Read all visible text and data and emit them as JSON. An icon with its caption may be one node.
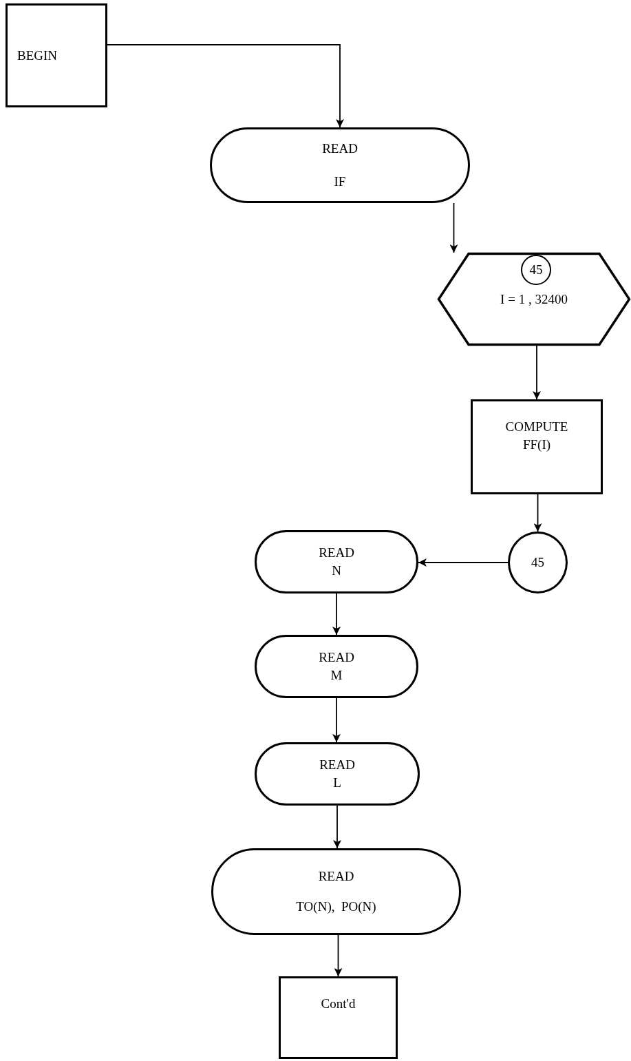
{
  "diagram": {
    "nodes": [
      {
        "text": [
          "BEGIN"
        ]
      },
      {
        "text": [
          "READ",
          "IF"
        ]
      },
      {
        "text": [
          "I = 1 , 32400"
        ]
      },
      {
        "text": [
          "45"
        ],
        "in": 2
      },
      {
        "text": [
          "COMPUTE",
          "FF(I)"
        ]
      },
      {
        "text": [
          "45"
        ]
      },
      {
        "text": [
          "READ",
          "N"
        ]
      },
      {
        "text": [
          "READ",
          "M"
        ]
      },
      {
        "text": [
          "READ",
          "L"
        ]
      },
      {
        "text": [
          "READ",
          "TO(N),  PO(N)"
        ]
      },
      {
        "text": [
          "Cont'd"
        ]
      }
    ],
    "edges": [
      {
        "from": 0,
        "to": 1,
        "arrow": "to"
      },
      {
        "from": 1,
        "to": 2,
        "arrow": "to"
      },
      {
        "from": 2,
        "to": 4,
        "arrow": "to"
      },
      {
        "from": 4,
        "to": 5,
        "arrow": "to"
      },
      {
        "from": 5,
        "to": 6,
        "arrow": "to"
      },
      {
        "from": 6,
        "to": 7,
        "arrow": "to"
      },
      {
        "from": 7,
        "to": 8,
        "arrow": "to"
      },
      {
        "from": 8,
        "to": 9,
        "arrow": "to"
      },
      {
        "from": 9,
        "to": 10,
        "arrow": "to"
      }
    ]
  }
}
